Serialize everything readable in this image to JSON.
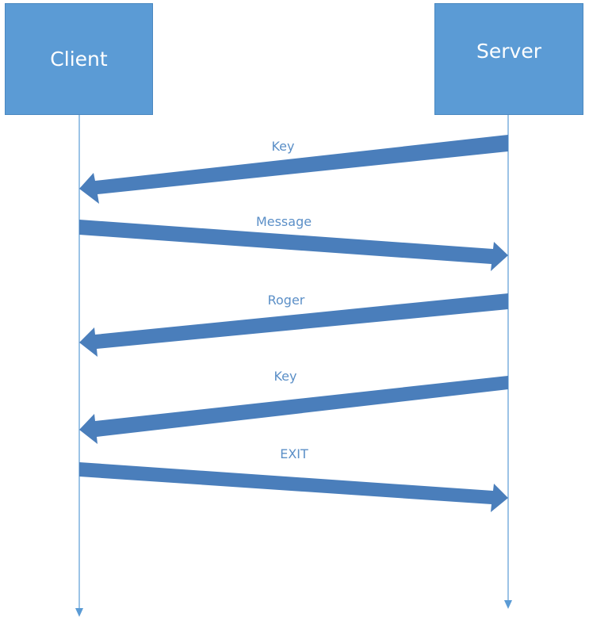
{
  "participants": {
    "client": "Client",
    "server": "Server"
  },
  "messages": [
    {
      "label": "Key",
      "from": "server",
      "to": "client"
    },
    {
      "label": "Message",
      "from": "client",
      "to": "server"
    },
    {
      "label": "Roger",
      "from": "server",
      "to": "client"
    },
    {
      "label": "Key",
      "from": "server",
      "to": "client"
    },
    {
      "label": "EXIT",
      "from": "client",
      "to": "server"
    }
  ],
  "colors": {
    "box_fill": "#5b9bd5",
    "arrow_fill": "#4a7ebb",
    "lifeline": "#5b9bd5",
    "label": "#5b8fc7"
  }
}
